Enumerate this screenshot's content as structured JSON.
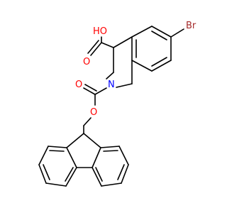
{
  "molecule": {
    "atoms": {
      "br": "Br",
      "oh": "HO",
      "o_acid_carbonyl": "O",
      "n": "N",
      "o_carbamate_carbonyl": "O",
      "o_ester": "O"
    },
    "colors": {
      "bond": "#000000",
      "oxygen": "#ff0000",
      "nitrogen": "#0000ff",
      "bromine": "#a52a2a"
    }
  }
}
